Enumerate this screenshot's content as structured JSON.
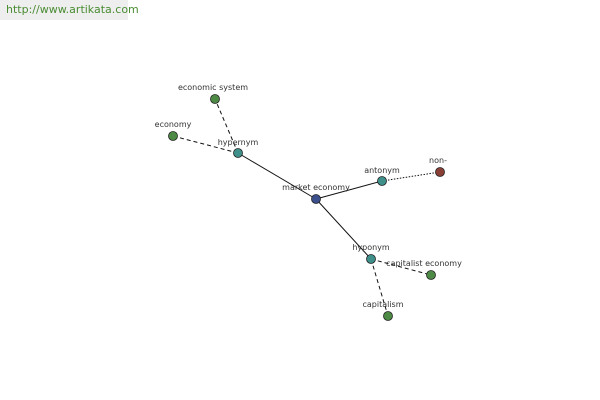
{
  "header": {
    "site_link": "http://www.artikata.com"
  },
  "colors": {
    "center": "#3a4f8c",
    "relation": "#3f8f8a",
    "term": "#4d8a45",
    "antonym_term": "#8a3f35",
    "edge": "#111111"
  },
  "diagram": {
    "nodes": [
      {
        "id": "market-economy",
        "label": "market economy",
        "kind": "center"
      },
      {
        "id": "hypernym",
        "label": "hypernym",
        "kind": "relation"
      },
      {
        "id": "antonym",
        "label": "antonym",
        "kind": "relation"
      },
      {
        "id": "hyponym",
        "label": "hyponym",
        "kind": "relation"
      },
      {
        "id": "economic-system",
        "label": "economic system",
        "kind": "term"
      },
      {
        "id": "economy",
        "label": "economy",
        "kind": "term"
      },
      {
        "id": "non",
        "label": "non-",
        "kind": "antonym_term"
      },
      {
        "id": "capitalist-economy",
        "label": "capitalist economy",
        "kind": "term"
      },
      {
        "id": "capitalism",
        "label": "capitalism",
        "kind": "term"
      }
    ],
    "edges": [
      {
        "from": "market-economy",
        "to": "hypernym",
        "style": "solid"
      },
      {
        "from": "market-economy",
        "to": "antonym",
        "style": "solid"
      },
      {
        "from": "market-economy",
        "to": "hyponym",
        "style": "solid"
      },
      {
        "from": "hypernym",
        "to": "economic-system",
        "style": "dashed"
      },
      {
        "from": "hypernym",
        "to": "economy",
        "style": "dashed"
      },
      {
        "from": "antonym",
        "to": "non",
        "style": "dotted"
      },
      {
        "from": "hyponym",
        "to": "capitalist-economy",
        "style": "dashed"
      },
      {
        "from": "hyponym",
        "to": "capitalism",
        "style": "dashed"
      }
    ]
  }
}
